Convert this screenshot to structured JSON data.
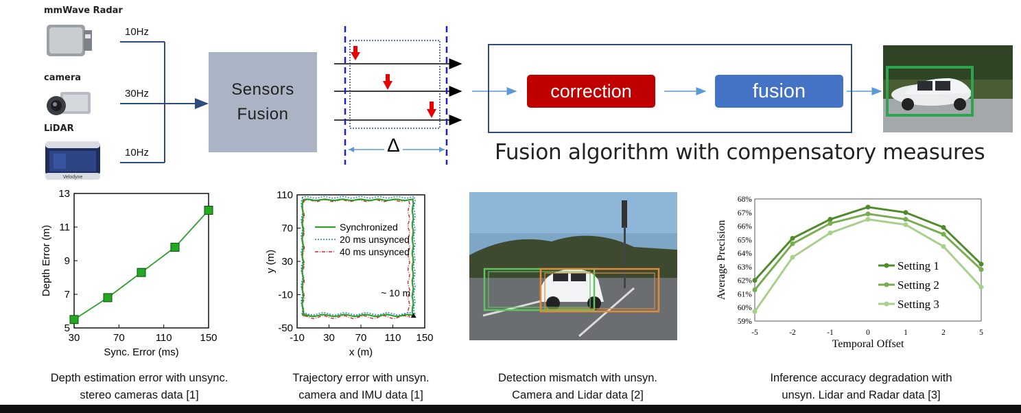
{
  "sensors": {
    "radar_label": "mmWave Radar",
    "camera_label": "camera",
    "lidar_label": "LiDAR",
    "lidar_brand": "Velodyne",
    "radar_rate": "10Hz",
    "camera_rate": "30Hz",
    "lidar_rate": "10Hz"
  },
  "fusion": {
    "line1": "Sensors",
    "line2": "Fusion"
  },
  "timing": {
    "delta": "Δ"
  },
  "algorithm": {
    "correction": "correction",
    "fusion": "fusion",
    "caption": "Fusion algorithm with compensatory measures"
  },
  "colors": {
    "correction": "#c00000",
    "fusion": "#4472c4",
    "arrow": "#5b9bd5",
    "frame": "#2e4b7a",
    "sensor_box": "#abb4c4"
  },
  "captions": {
    "depth": [
      "Depth estimation error with unsync.",
      "stereo cameras data [1]"
    ],
    "trajectory": [
      "Trajectory error with unsyn.",
      "camera and IMU data [1]"
    ],
    "detection": [
      "Detection mismatch with unsyn.",
      "Camera and Lidar data [2]"
    ],
    "inference": [
      "Inference accuracy degradation with",
      "unsyn. Lidar and Radar data [3]"
    ]
  },
  "chart_data": [
    {
      "type": "line",
      "xlabel": "Sync. Error (ms)",
      "ylabel": "Depth Error (m)",
      "xlim": [
        30,
        150
      ],
      "ylim": [
        5,
        13
      ],
      "xticks": [
        30,
        70,
        110,
        150
      ],
      "yticks": [
        5,
        7,
        9,
        11,
        13
      ],
      "series": [
        {
          "x": [
            30,
            60,
            90,
            120,
            150
          ],
          "values": [
            5.5,
            6.8,
            8.3,
            9.8,
            12.0
          ],
          "color": "#2ca02c"
        }
      ]
    },
    {
      "type": "line",
      "xlabel": "x (m)",
      "ylabel": "y (m)",
      "xlim": [
        -10,
        150
      ],
      "ylim": [
        -50,
        110
      ],
      "xticks": [
        -10,
        30,
        70,
        110,
        150
      ],
      "yticks": [
        -50,
        -10,
        30,
        70,
        110
      ],
      "annotation": "~ 10 m",
      "series": [
        {
          "name": "Synchronized",
          "color": "#2ca02c",
          "style": "solid"
        },
        {
          "name": "20 ms unsynced",
          "color": "#1f77b4",
          "style": "dotted"
        },
        {
          "name": "40 ms unsynced",
          "color": "#d62728",
          "style": "dashdot"
        }
      ]
    },
    {
      "type": "line",
      "xlabel": "Temporal Offset",
      "ylabel": "Average Precision",
      "categories": [
        "-5",
        "-2",
        "-1",
        "0",
        "1",
        "2",
        "5"
      ],
      "yticks": [
        "59%",
        "60%",
        "61%",
        "62%",
        "63%",
        "64%",
        "65%",
        "66%",
        "67%",
        "68%"
      ],
      "ylim": [
        59,
        68
      ],
      "legend": "center-right",
      "series": [
        {
          "name": "Setting 1",
          "values": [
            62.0,
            65.1,
            66.5,
            67.4,
            67.0,
            65.9,
            63.2
          ],
          "color": "#4f8a2b"
        },
        {
          "name": "Setting 2",
          "values": [
            61.3,
            64.7,
            66.2,
            66.9,
            66.5,
            65.4,
            62.8
          ],
          "color": "#78ad4f"
        },
        {
          "name": "Setting 3",
          "values": [
            59.7,
            63.7,
            65.5,
            66.5,
            66.1,
            64.5,
            61.5
          ],
          "color": "#a8d08d"
        }
      ]
    }
  ]
}
